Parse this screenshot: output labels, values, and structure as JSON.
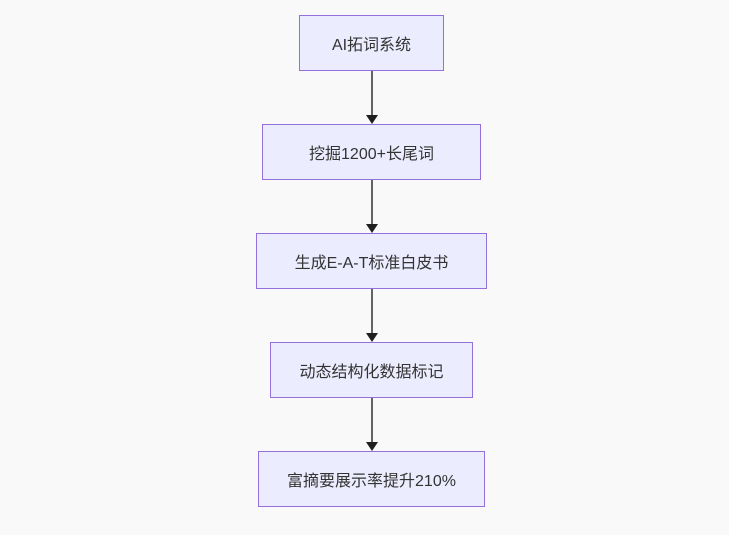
{
  "diagram": {
    "type": "flowchart",
    "direction": "top-down",
    "colors": {
      "background": "#f9f9f9",
      "node_fill": "#ececff",
      "node_border": "#9370db",
      "node_text": "#333333",
      "edge_line": "#636363",
      "edge_arrowhead": "#1f1f1f"
    },
    "nodes": [
      {
        "id": "n1",
        "label": "AI拓词系统"
      },
      {
        "id": "n2",
        "label": "挖掘1200+长尾词"
      },
      {
        "id": "n3",
        "label": "生成E-A-T标准白皮书"
      },
      {
        "id": "n4",
        "label": "动态结构化数据标记"
      },
      {
        "id": "n5",
        "label": "富摘要展示率提升210%"
      }
    ],
    "edges": [
      {
        "from": "n1",
        "to": "n2",
        "style": "arrow"
      },
      {
        "from": "n2",
        "to": "n3",
        "style": "arrow"
      },
      {
        "from": "n3",
        "to": "n4",
        "style": "arrow"
      },
      {
        "from": "n4",
        "to": "n5",
        "style": "arrow"
      }
    ]
  }
}
